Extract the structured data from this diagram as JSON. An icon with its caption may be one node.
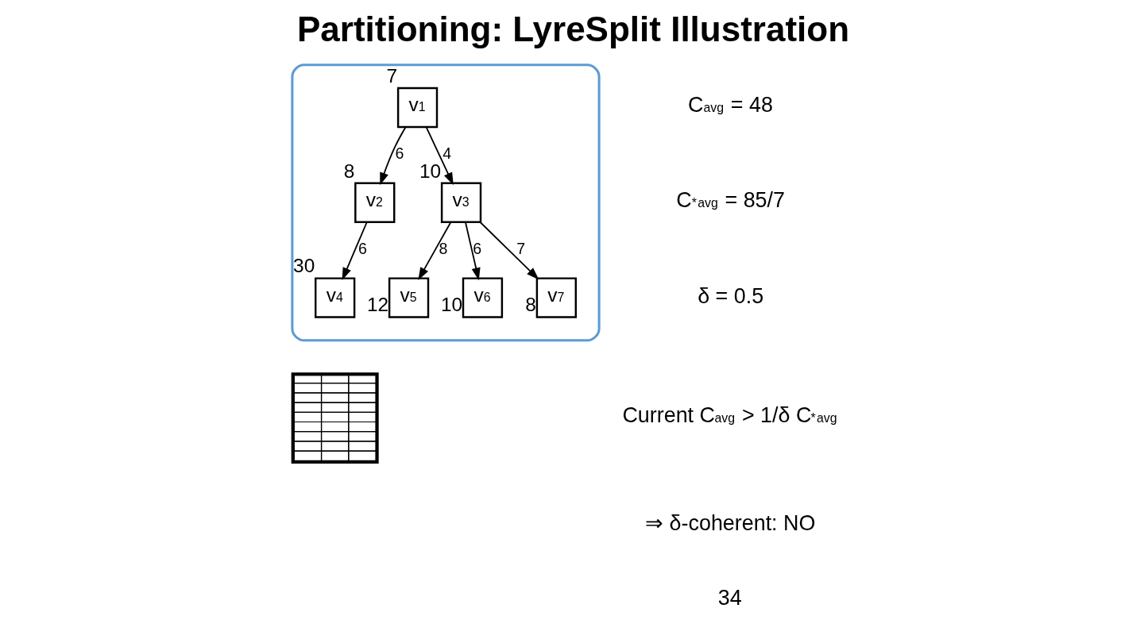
{
  "diagram": {
    "title": "Partitioning: LyreSplit Illustration",
    "nodes": [
      {
        "text": [],
        "shape": "box"
      },
      {
        "text": [
          "v$_{1}$"
        ],
        "in": 0,
        "beside": [
          "7"
        ]
      },
      {
        "text": [
          "v$_{2}$"
        ],
        "in": 0,
        "beside": [
          "8"
        ]
      },
      {
        "text": [
          "v$_{3}$"
        ],
        "in": 0,
        "beside": [
          "10"
        ]
      },
      {
        "text": [
          "v$_{4}$"
        ],
        "in": 0,
        "beside": [
          "30"
        ]
      },
      {
        "text": [
          "v$_{5}$"
        ],
        "in": 0,
        "beside": [
          "12"
        ]
      },
      {
        "text": [
          "v$_{6}$"
        ],
        "in": 0,
        "beside": [
          "10"
        ]
      },
      {
        "text": [
          "v$_{7}$"
        ],
        "in": 0,
        "beside": [
          "8"
        ]
      },
      {
        "text": [],
        "shape": "table"
      }
    ],
    "edges": [
      {
        "from": 1,
        "to": 2,
        "arrow": "to",
        "label": "6"
      },
      {
        "from": 1,
        "to": 3,
        "arrow": "to",
        "label": "4"
      },
      {
        "from": 2,
        "to": 4,
        "arrow": "to",
        "label": "6"
      },
      {
        "from": 3,
        "to": 5,
        "arrow": "to",
        "label": "8"
      },
      {
        "from": 3,
        "to": 6,
        "arrow": "to",
        "label": "6"
      },
      {
        "from": 3,
        "to": 7,
        "arrow": "to",
        "label": "7"
      }
    ],
    "labels": [
      "C$_{avg}$ = 48",
      "C$^{*}$$_{avg}$ = 85/7",
      "δ = 0.5",
      "Current C$_{avg}$ > 1/δ C$^{*}$$_{avg}$",
      "⇒ δ-coherent: NO",
      "34"
    ]
  }
}
